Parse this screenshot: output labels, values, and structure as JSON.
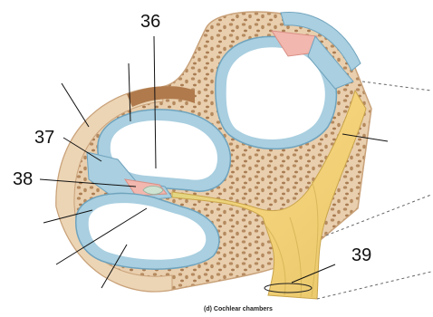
{
  "labels": {
    "l36": "36",
    "l37": "37",
    "l38": "38",
    "l39": "39"
  },
  "caption": "(d) Cochlear chambers",
  "colors": {
    "bone": "#e9cfae",
    "pore": "#b58a5f",
    "membrane": "#a9cfe0",
    "membrane_edge": "#6fa3bd",
    "pink_tissue": "#f2b7ae",
    "nerve_yellow": "#f4d27a",
    "nerve_green": "#cfd98a",
    "duct_fill": "#ffffff"
  }
}
